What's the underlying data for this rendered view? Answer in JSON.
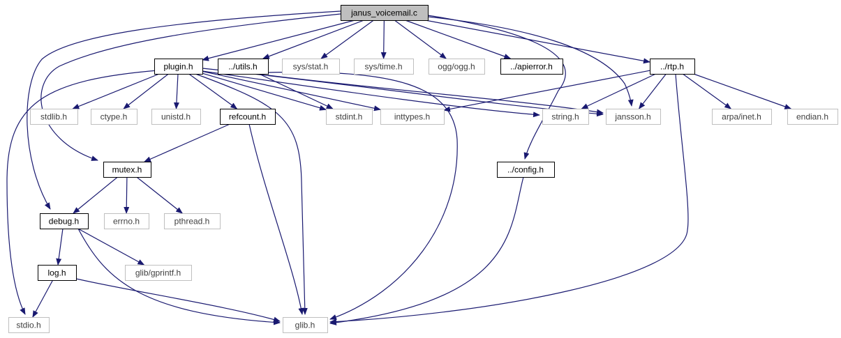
{
  "diagram": {
    "colors": {
      "edge": "#191970",
      "node_border": "#000000",
      "external_border": "#bfbfbf",
      "root_fill": "#bfbfbf",
      "text": "#000000",
      "external_text": "#404040"
    },
    "nodes": [
      {
        "id": "janus_voicemail_c",
        "label": "janus_voicemail.c",
        "kind": "root"
      },
      {
        "id": "plugin_h",
        "label": "plugin.h",
        "kind": "local"
      },
      {
        "id": "utils_h",
        "label": "../utils.h",
        "kind": "local"
      },
      {
        "id": "sys_stat_h",
        "label": "sys/stat.h",
        "kind": "external"
      },
      {
        "id": "sys_time_h",
        "label": "sys/time.h",
        "kind": "external"
      },
      {
        "id": "ogg_h",
        "label": "ogg/ogg.h",
        "kind": "external"
      },
      {
        "id": "apierror_h",
        "label": "../apierror.h",
        "kind": "local"
      },
      {
        "id": "rtp_h",
        "label": "../rtp.h",
        "kind": "local"
      },
      {
        "id": "stdlib_h",
        "label": "stdlib.h",
        "kind": "external"
      },
      {
        "id": "ctype_h",
        "label": "ctype.h",
        "kind": "external"
      },
      {
        "id": "unistd_h",
        "label": "unistd.h",
        "kind": "external"
      },
      {
        "id": "refcount_h",
        "label": "refcount.h",
        "kind": "local"
      },
      {
        "id": "stdint_h",
        "label": "stdint.h",
        "kind": "external"
      },
      {
        "id": "inttypes_h",
        "label": "inttypes.h",
        "kind": "external"
      },
      {
        "id": "string_h",
        "label": "string.h",
        "kind": "external"
      },
      {
        "id": "jansson_h",
        "label": "jansson.h",
        "kind": "external"
      },
      {
        "id": "arpa_inet_h",
        "label": "arpa/inet.h",
        "kind": "external"
      },
      {
        "id": "endian_h",
        "label": "endian.h",
        "kind": "external"
      },
      {
        "id": "mutex_h",
        "label": "mutex.h",
        "kind": "local"
      },
      {
        "id": "config_h",
        "label": "../config.h",
        "kind": "local"
      },
      {
        "id": "debug_h",
        "label": "debug.h",
        "kind": "local"
      },
      {
        "id": "errno_h",
        "label": "errno.h",
        "kind": "external"
      },
      {
        "id": "pthread_h",
        "label": "pthread.h",
        "kind": "external"
      },
      {
        "id": "log_h",
        "label": "log.h",
        "kind": "local"
      },
      {
        "id": "gprintf_h",
        "label": "glib/gprintf.h",
        "kind": "external"
      },
      {
        "id": "stdio_h",
        "label": "stdio.h",
        "kind": "external"
      },
      {
        "id": "glib_h",
        "label": "glib.h",
        "kind": "external"
      }
    ],
    "edges": [
      [
        "janus_voicemail_c",
        "plugin_h"
      ],
      [
        "janus_voicemail_c",
        "utils_h"
      ],
      [
        "janus_voicemail_c",
        "sys_stat_h"
      ],
      [
        "janus_voicemail_c",
        "sys_time_h"
      ],
      [
        "janus_voicemail_c",
        "ogg_h"
      ],
      [
        "janus_voicemail_c",
        "apierror_h"
      ],
      [
        "janus_voicemail_c",
        "rtp_h"
      ],
      [
        "janus_voicemail_c",
        "jansson_h"
      ],
      [
        "janus_voicemail_c",
        "config_h"
      ],
      [
        "janus_voicemail_c",
        "mutex_h"
      ],
      [
        "janus_voicemail_c",
        "debug_h"
      ],
      [
        "plugin_h",
        "stdlib_h"
      ],
      [
        "plugin_h",
        "ctype_h"
      ],
      [
        "plugin_h",
        "unistd_h"
      ],
      [
        "plugin_h",
        "refcount_h"
      ],
      [
        "plugin_h",
        "stdint_h"
      ],
      [
        "plugin_h",
        "inttypes_h"
      ],
      [
        "plugin_h",
        "string_h"
      ],
      [
        "plugin_h",
        "jansson_h"
      ],
      [
        "plugin_h",
        "glib_h"
      ],
      [
        "plugin_h",
        "stdio_h"
      ],
      [
        "utils_h",
        "stdint_h"
      ],
      [
        "utils_h",
        "jansson_h"
      ],
      [
        "utils_h",
        "glib_h"
      ],
      [
        "rtp_h",
        "inttypes_h"
      ],
      [
        "rtp_h",
        "string_h"
      ],
      [
        "rtp_h",
        "jansson_h"
      ],
      [
        "rtp_h",
        "arpa_inet_h"
      ],
      [
        "rtp_h",
        "endian_h"
      ],
      [
        "rtp_h",
        "glib_h"
      ],
      [
        "refcount_h",
        "mutex_h"
      ],
      [
        "refcount_h",
        "glib_h"
      ],
      [
        "mutex_h",
        "debug_h"
      ],
      [
        "mutex_h",
        "errno_h"
      ],
      [
        "mutex_h",
        "pthread_h"
      ],
      [
        "config_h",
        "glib_h"
      ],
      [
        "debug_h",
        "log_h"
      ],
      [
        "debug_h",
        "gprintf_h"
      ],
      [
        "debug_h",
        "glib_h"
      ],
      [
        "log_h",
        "stdio_h"
      ],
      [
        "log_h",
        "glib_h"
      ]
    ]
  }
}
